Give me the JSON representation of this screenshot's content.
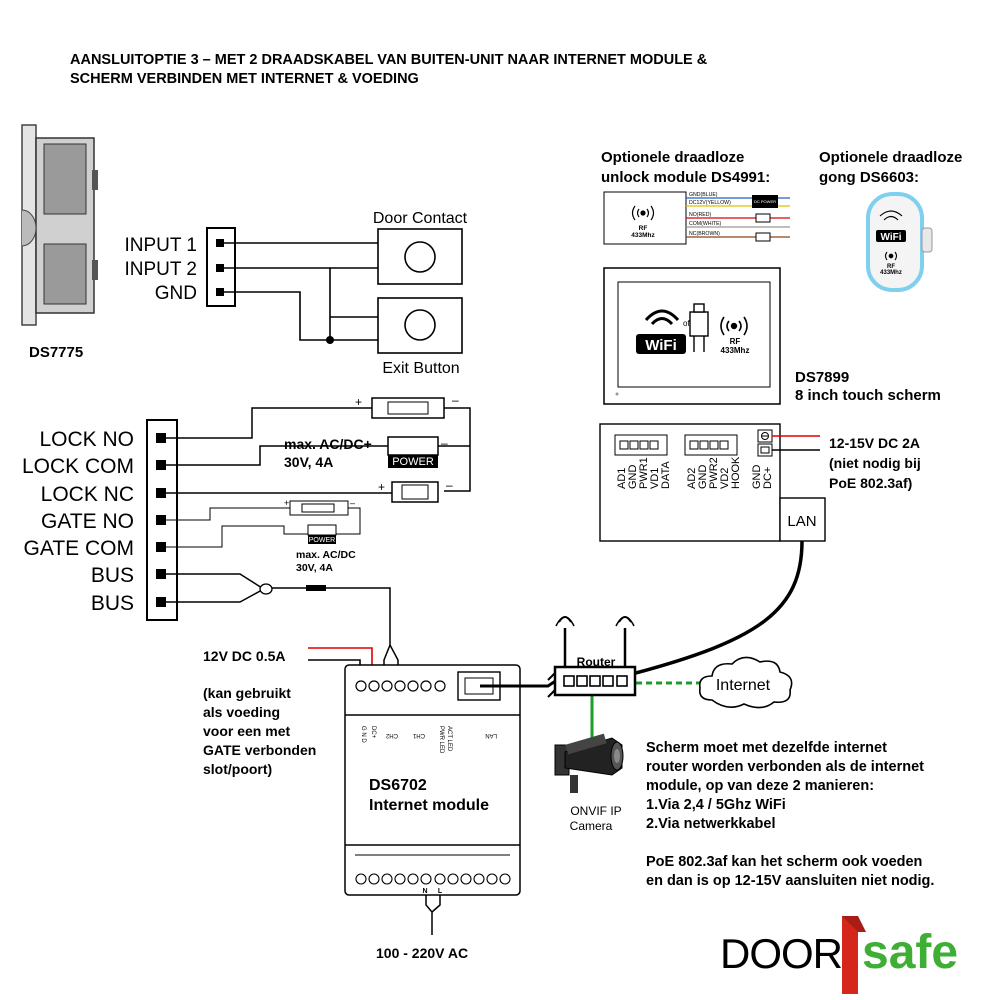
{
  "title": {
    "line1": "AANSLUITOPTIE 3 – MET 2 DRAADSKABEL VAN BUITEN-UNIT NAAR INTERNET MODULE &",
    "line2": "SCHERM VERBINDEN MET INTERNET & VOEDING"
  },
  "outdoor_unit": {
    "label": "DS7775"
  },
  "inputs": {
    "labels": [
      "INPUT 1",
      "INPUT 2",
      "GND"
    ],
    "door_contact": "Door Contact",
    "exit_button": "Exit Button"
  },
  "terminals": {
    "labels": [
      "LOCK NO",
      "LOCK COM",
      "LOCK NC",
      "GATE NO",
      "GATE COM",
      "BUS",
      "BUS"
    ]
  },
  "lock_power": {
    "spec_line1": "max. AC/DC+",
    "spec_line2": "30V, 4A",
    "box": "POWER",
    "plus": "+",
    "minus": "–"
  },
  "gate_power": {
    "spec_line1": "max. AC/DC",
    "spec_line2": "30V, 4A",
    "box": "POWER",
    "plus": "+",
    "minus": "–"
  },
  "supply_note": {
    "value": "12V DC 0.5A",
    "lines": [
      "(kan gebruikt",
      "als voeding",
      "voor een met",
      "GATE verbonden",
      "slot/poort)"
    ]
  },
  "internet_module": {
    "name": "DS6702",
    "desc": "Internet module",
    "pin_labels": [
      "G N D",
      "DC+",
      "CH2",
      "CH1",
      "PWR LED",
      "ACT LED",
      "LAN"
    ],
    "bottom_pins": [
      "N",
      "L"
    ],
    "mains": "100 -  220V AC"
  },
  "router": {
    "label": "Router",
    "internet": "Internet"
  },
  "camera": {
    "line1": "ONVIF IP",
    "line2": "Camera"
  },
  "unlock_module": {
    "title_line1": "Optionele draadloze",
    "title_line2": "unlock module DS4991:",
    "rf": "RF",
    "freq": "433Mhz",
    "wires": [
      "GND(BLUE)",
      "DC12V(YELLOW)",
      "NO(RED)",
      "COM(WHITE)",
      "NC(BROWN)"
    ],
    "dc_label": "DC POWER"
  },
  "chime": {
    "title_line1": "Optionele draadloze",
    "title_line2": "gong DS6603:",
    "wifi": "WiFi",
    "rf": "RF",
    "freq": "433Mhz"
  },
  "screen": {
    "name": "DS7899",
    "desc": "8 inch touch scherm",
    "wifi": "WiFi",
    "of": "of",
    "rf": "RF",
    "freq": "433Mhz",
    "connector1": [
      "AD1",
      "GND",
      "PWR1",
      "VD1",
      "DATA"
    ],
    "connector2": [
      "AD2",
      "GND",
      "PWR2",
      "VD2",
      "HOOK"
    ],
    "power_pins": [
      "GND",
      "DC+"
    ],
    "lan": "LAN",
    "power_note": [
      "12-15V DC 2A",
      "(niet nodig bij",
      "PoE 802.3af)"
    ]
  },
  "notes": {
    "lines": [
      "Scherm moet met dezelfde internet",
      "router worden verbonden als de internet",
      "module, op van deze 2 manieren:",
      "1.Via 2,4 / 5Ghz WiFi",
      "2.Via netwerkkabel"
    ],
    "poe_lines": [
      "PoE 802.3af kan het scherm ook voeden",
      "en dan is op 12-15V aansluiten niet nodig."
    ]
  },
  "logo": {
    "part1": "DOOR",
    "part2": "safe"
  },
  "colors": {
    "wire_red": "#e10000",
    "network_green": "#1a9e2a",
    "logo_red": "#d5261b",
    "logo_green": "#3fae35",
    "chime_blue": "#7fd0ef"
  }
}
